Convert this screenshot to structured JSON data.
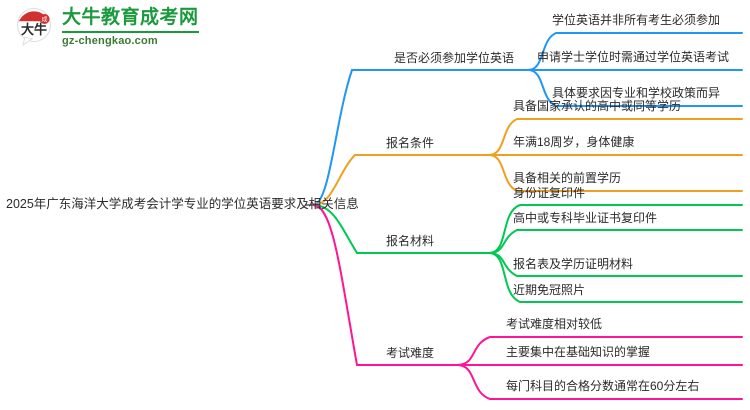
{
  "logo": {
    "icon": "daniu-bull-speech-bubble-logo",
    "badge_text": "成",
    "mark_text": "大牛",
    "title": "大牛教育成考网",
    "domain": "gz-chengkao.com",
    "brand_green": "#1a9a3c",
    "brand_red": "#d32f2f"
  },
  "mindmap": {
    "root": {
      "label": "2025年广东海洋大学成考会计学专业的学位英语要求及相关信息"
    },
    "branches": [
      {
        "label": "是否必须参加学位英语",
        "color": "#2196f3",
        "children": [
          {
            "label": "学位英语并非所有考生必须参加"
          },
          {
            "label": "申请学士学位时需通过学位英语考试"
          },
          {
            "label": "具体要求因专业和学校政策而异"
          }
        ]
      },
      {
        "label": "报名条件",
        "color": "#f0a020",
        "children": [
          {
            "label": "具备国家承认的高中或同等学历"
          },
          {
            "label": "年满18周岁，身体健康"
          },
          {
            "label": "具备相关的前置学历"
          }
        ]
      },
      {
        "label": "报名材料",
        "color": "#00c853",
        "children": [
          {
            "label": "身份证复印件"
          },
          {
            "label": "高中或专科毕业证书复印件"
          },
          {
            "label": "报名表及学历证明材料"
          },
          {
            "label": "近期免冠照片"
          }
        ]
      },
      {
        "label": "考试难度",
        "color": "#ff1493",
        "children": [
          {
            "label": "考试难度相对较低"
          },
          {
            "label": "主要集中在基础知识的掌握"
          },
          {
            "label": "每门科目的合格分数通常在60分左右"
          }
        ]
      }
    ]
  }
}
